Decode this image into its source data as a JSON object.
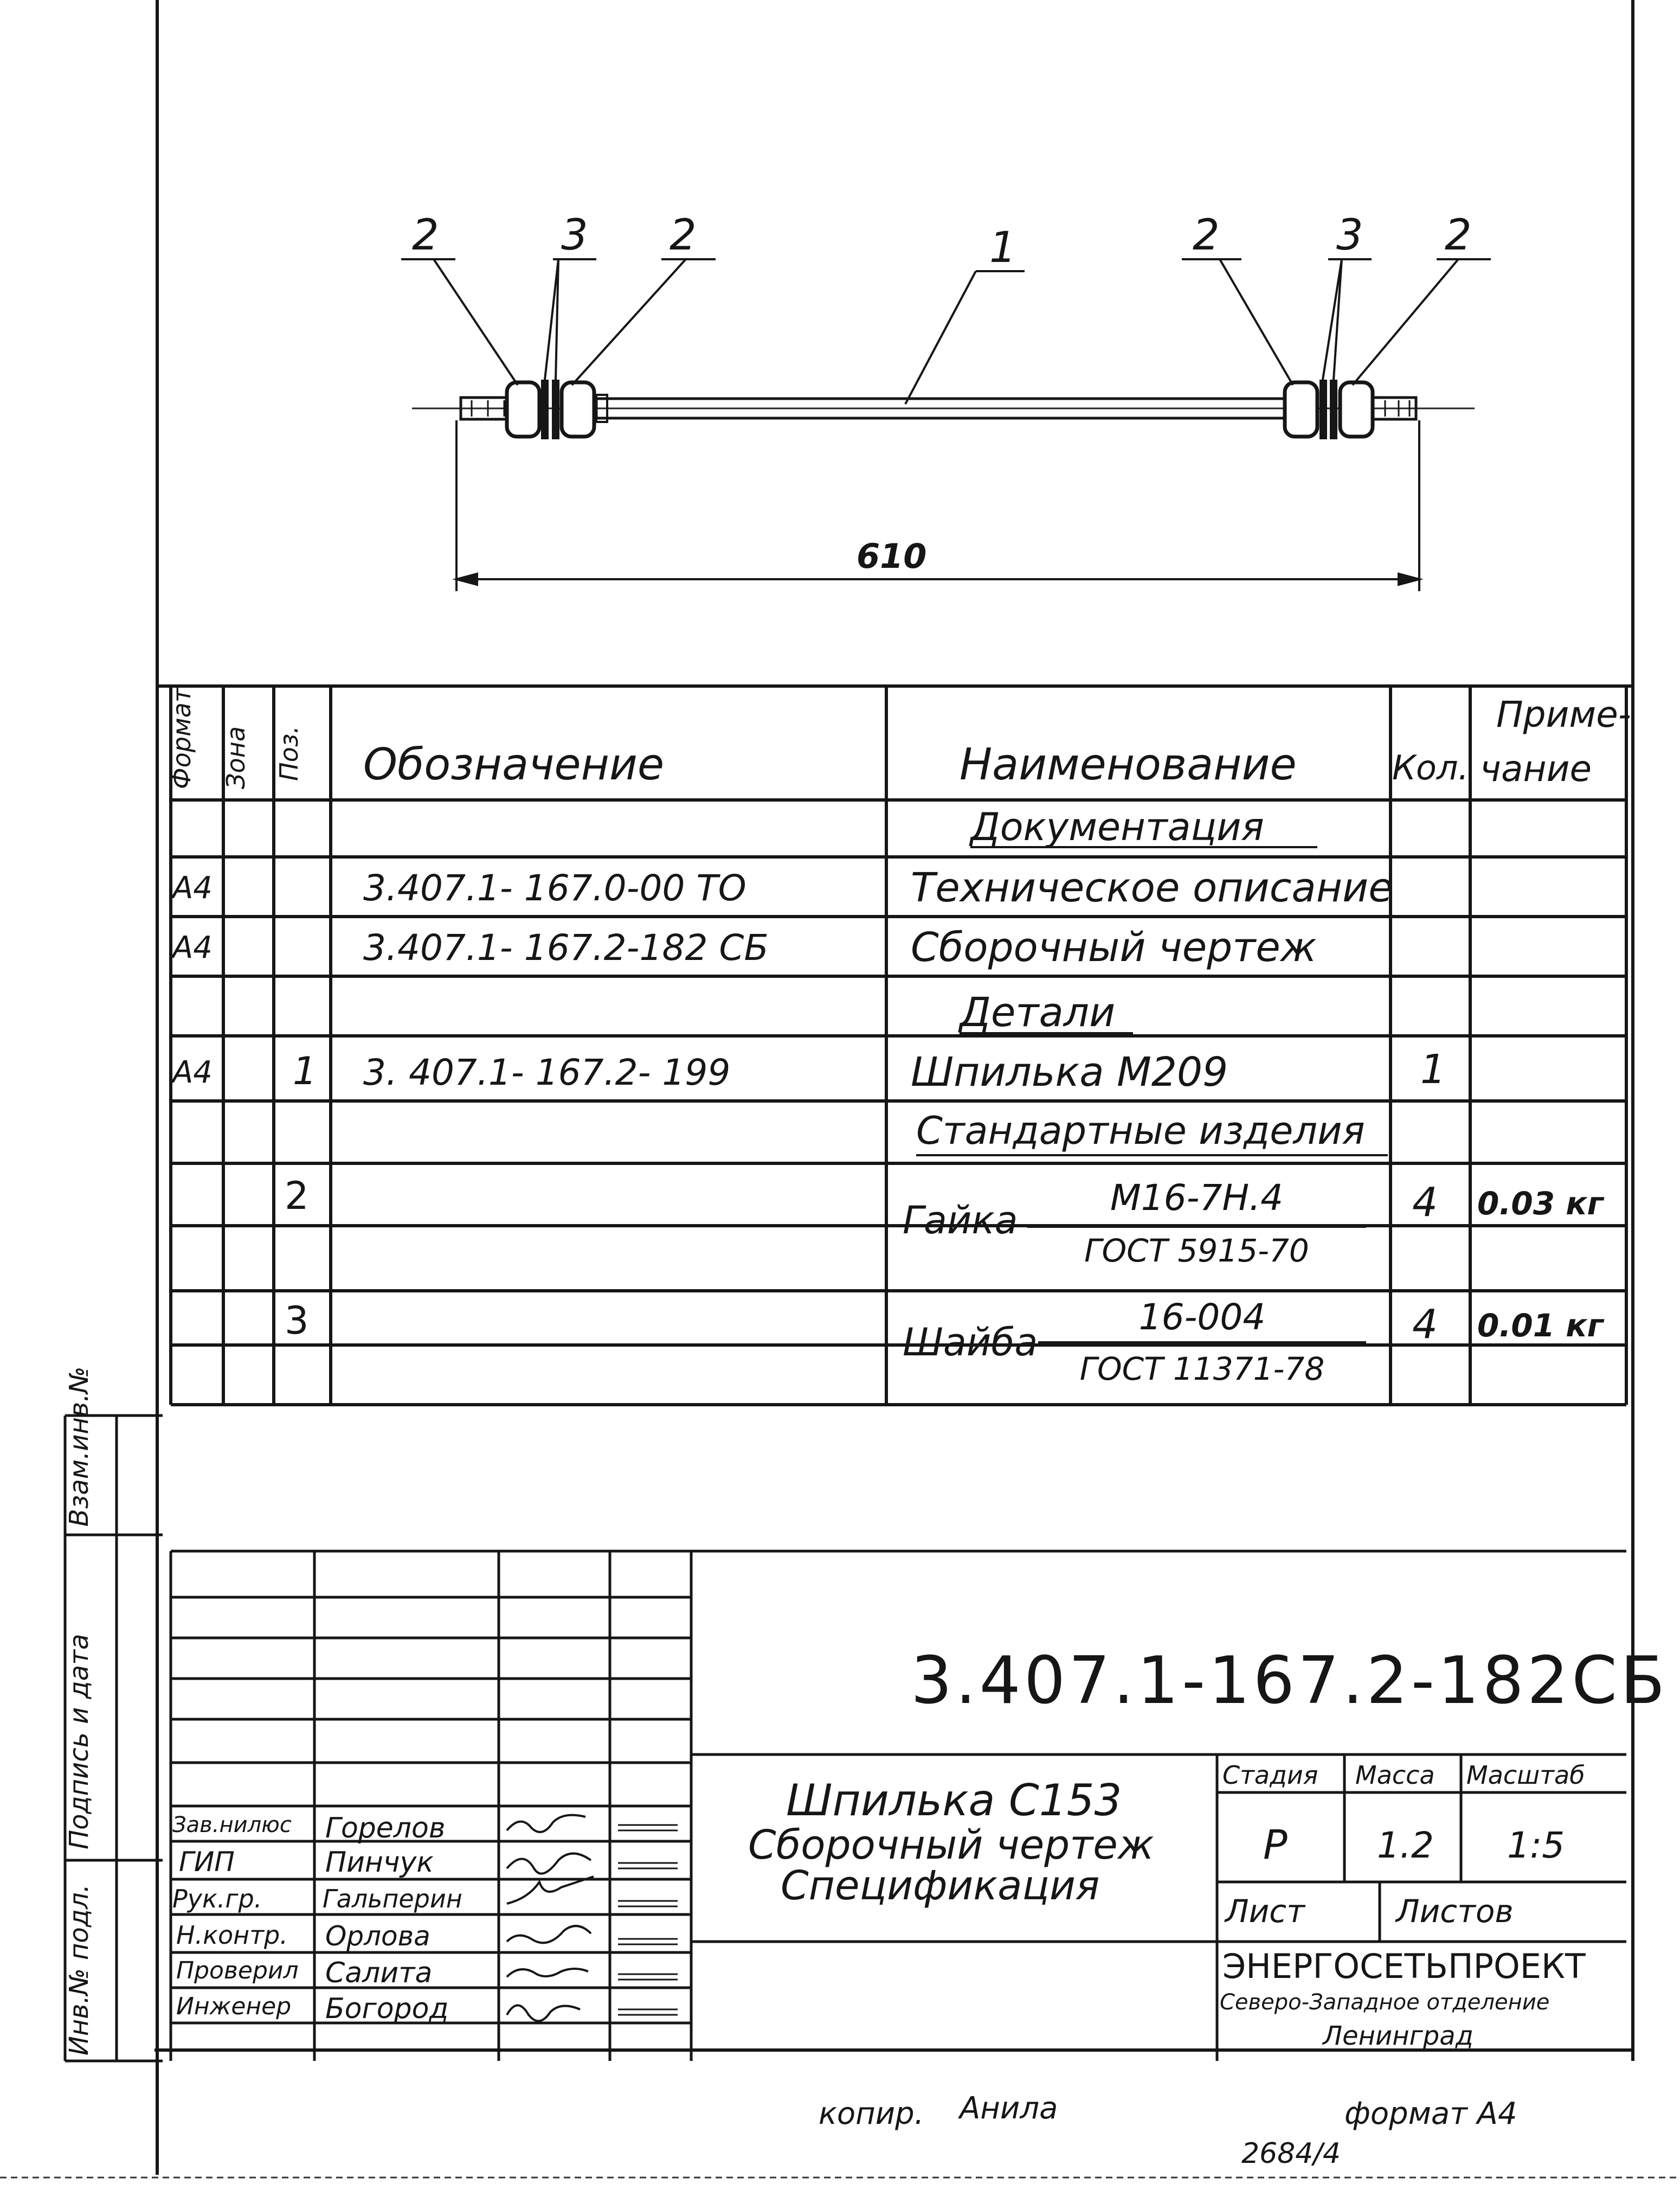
{
  "drawing": {
    "callouts_left": [
      "2",
      "3",
      "2"
    ],
    "callouts_right": [
      "2",
      "3",
      "2"
    ],
    "callout_center": "1",
    "dimension": "610"
  },
  "spec": {
    "headers": {
      "format": "Формат",
      "zone": "Зона",
      "pos": "Поз.",
      "designation": "Обозначение",
      "name": "Наименование",
      "qty": "Кол.",
      "note_line1": "Приме-",
      "note_line2": "чание"
    },
    "rows": [
      {
        "format": "",
        "pos": "",
        "designation": "",
        "name": "Документация",
        "qty": "",
        "note": "",
        "section": true
      },
      {
        "format": "А4",
        "pos": "",
        "designation": "3.407.1- 167.0-00 ТО",
        "name": "Техническое описание",
        "qty": "",
        "note": ""
      },
      {
        "format": "А4",
        "pos": "",
        "designation": "3.407.1- 167.2-182 СБ",
        "name": "Сборочный чертеж",
        "qty": "",
        "note": ""
      },
      {
        "format": "",
        "pos": "",
        "designation": "",
        "name": "Детали",
        "qty": "",
        "note": "",
        "section": true
      },
      {
        "format": "А4",
        "pos": "1",
        "designation": "3. 407.1- 167.2- 199",
        "name": "Шпилька М209",
        "qty": "1",
        "note": ""
      },
      {
        "format": "",
        "pos": "",
        "designation": "",
        "name": "Стандартные изделия",
        "qty": "",
        "note": "",
        "section": true
      },
      {
        "format": "",
        "pos": "2",
        "designation": "",
        "name_prefix": "Гайка",
        "name_num": "М16-7Н.4",
        "name_den": "ГОСТ 5915-70",
        "qty": "4",
        "note": "0.03 кг"
      },
      {
        "format": "",
        "pos": "3",
        "designation": "",
        "name_prefix": "Шайба",
        "name_num": "16-004",
        "name_den": "ГОСТ 11371-78",
        "qty": "4",
        "note": "0.01 кг"
      }
    ]
  },
  "side_stamp": {
    "replaced": "Взам.инв.№",
    "signature_date": "Подпись и дата",
    "inv_original": "Инв.№ подл."
  },
  "title_block": {
    "doc_code": "3.407.1-167.2-182СБ",
    "title_line1": "Шпилька С153",
    "title_line2": "Сборочный чертеж",
    "title_line3": "Спецификация",
    "stage_label": "Стадия",
    "mass_label": "Масса",
    "scale_label": "Масштаб",
    "stage": "Р",
    "mass": "1.2",
    "scale": "1:5",
    "sheet_label": "Лист",
    "sheets_label": "Листов",
    "org_name": "ЭНЕРГОСЕТЬПРОЕКТ",
    "org_branch": "Северо-Западное отделение",
    "org_city": "Ленинград",
    "signatories": [
      {
        "role": "Зав.нилюс",
        "name": "Горелов"
      },
      {
        "role": "ГИП",
        "name": "Пинчук"
      },
      {
        "role": "Рук.гр.",
        "name": "Гальперин"
      },
      {
        "role": "Н.контр.",
        "name": "Орлова"
      },
      {
        "role": "Проверил",
        "name": "Салита"
      },
      {
        "role": "Инженер",
        "name": "Богород"
      }
    ]
  },
  "footer": {
    "copied": "копир.",
    "copier": "Анила",
    "format": "формат А4",
    "number": "2684/4"
  }
}
